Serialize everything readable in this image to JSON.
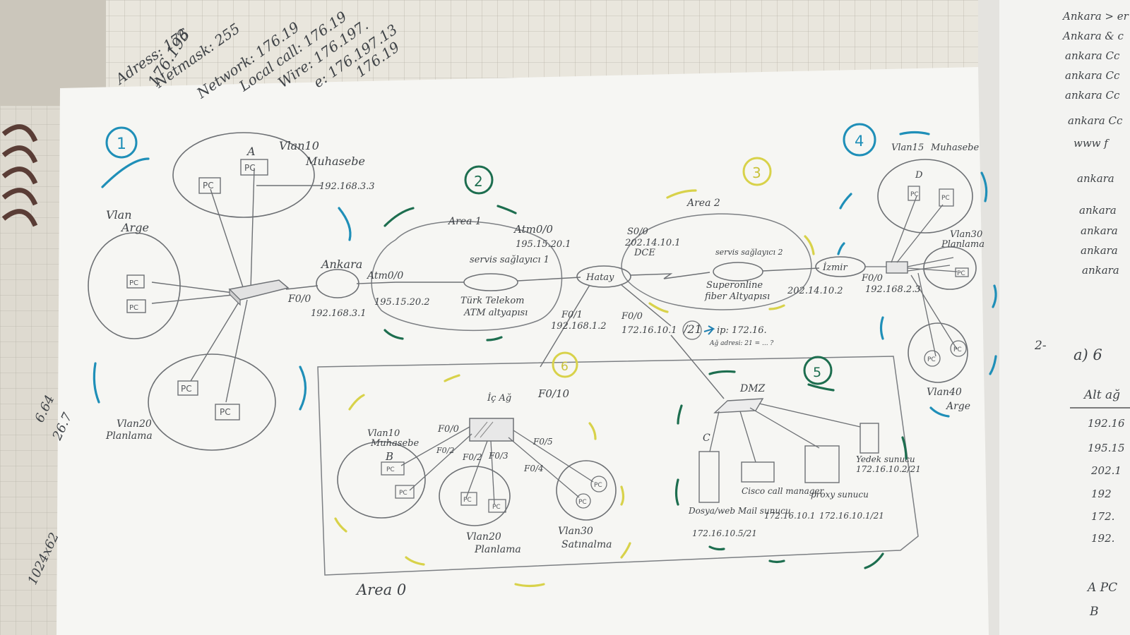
{
  "areas": {
    "area0": "Area 0",
    "area1": "Area 1",
    "area2": "Area 2"
  },
  "markers": [
    "1",
    "2",
    "3",
    "4",
    "5",
    "6"
  ],
  "ankara": {
    "router": "Ankara",
    "lan_ip": "192.168.3.1",
    "lan_if": "F0/0",
    "atm_if": "Atm0/0",
    "atm_ip": "195.15.20.2",
    "vlan10": {
      "name": "Vlan10",
      "dept": "Muhasebe",
      "ip": "192.168.3.3",
      "host_label": "A"
    },
    "vlan_arge": {
      "name": "Vlan",
      "dept": "Arge"
    },
    "vlan20": {
      "name": "Vlan20",
      "dept": "Planlama"
    }
  },
  "isp": {
    "provider": "servis sağlayıcı 1",
    "name": "Türk Telekom",
    "infra": "ATM altyapısı",
    "atm_if": "Atm0/0",
    "atm_ip": "195.15.20.1"
  },
  "hatay": {
    "router": "Hatay",
    "f01": "F0/1",
    "f01_ip": "192.168.1.2",
    "f00": "F0/0",
    "f00_ip": "172.16.10.1",
    "mask": "/21",
    "note": "ip: 172.16.",
    "note_sub": "Ağ adresi: 21 = ... ?",
    "s0_if": "S0/0",
    "s0_ip": "202.14.10.1",
    "dce": "DCE"
  },
  "superonline": {
    "provider": "servis sağlayıcı 2",
    "name": "Superonline",
    "infra": "fiber Altyapısı"
  },
  "izmir": {
    "router": "İzmir",
    "wan_ip": "202.14.10.2",
    "lan_if": "F0/0",
    "lan_ip": "192.168.2.3",
    "vlan15": {
      "name": "Vlan15",
      "dept": "Muhasebe",
      "host_label": "D"
    },
    "vlan30": {
      "name": "Vlan30",
      "dept": "Planlama"
    },
    "vlan40": {
      "name": "Vlan40",
      "dept": "Arge"
    }
  },
  "local": {
    "net_label": "İç Ağ",
    "uplink": "F0/10",
    "p0": "F0/0",
    "p2": "F0/2",
    "p2b": "F0/2",
    "p3": "F0/3",
    "p4": "F0/4",
    "p5": "F0/5",
    "vlan10": {
      "name": "Vlan10",
      "dept": "Muhasebe",
      "host_label": "B"
    },
    "vlan20": {
      "name": "Vlan20",
      "dept": "Planlama"
    },
    "vlan30": {
      "name": "Vlan30",
      "dept": "Satınalma"
    }
  },
  "dmz": {
    "label": "DMZ",
    "host_label": "C",
    "servers": [
      {
        "name": "Dosya/web Mail sunucu",
        "ip": "172.16.10.5/21"
      },
      {
        "name": "Cisco call manager",
        "ip": "172.16.10.1"
      },
      {
        "name": "proxy sunucu",
        "ip": "172.16.10.1/21"
      },
      {
        "name": "Yedek sunucu",
        "ip": "172.16.10.2/21"
      }
    ]
  },
  "pc_label": "PC",
  "background_notes": {
    "left_top": [
      "176.193",
      "Adress: 176",
      "Netmask: 255",
      "Network: 176.19",
      "Local call: 176.19",
      "Wire: 176.197.",
      "e: 176.197.13",
      "176.19"
    ],
    "left_side": [
      "6.64",
      "26.7",
      "1024x62"
    ],
    "right_list": [
      "Ankara > er",
      "Ankara & c",
      "ankara Cc",
      "ankara Cc",
      "ankara Cc",
      "ankara Cc",
      "www f",
      "ankara",
      "ankara",
      "ankara",
      "ankara",
      "ankara"
    ],
    "right_lower": [
      "2-",
      "a)  6",
      "Alt ağ",
      "192.16",
      "195.15",
      "202.1",
      "192",
      "172.",
      "192.",
      "A  PC",
      "B"
    ]
  }
}
